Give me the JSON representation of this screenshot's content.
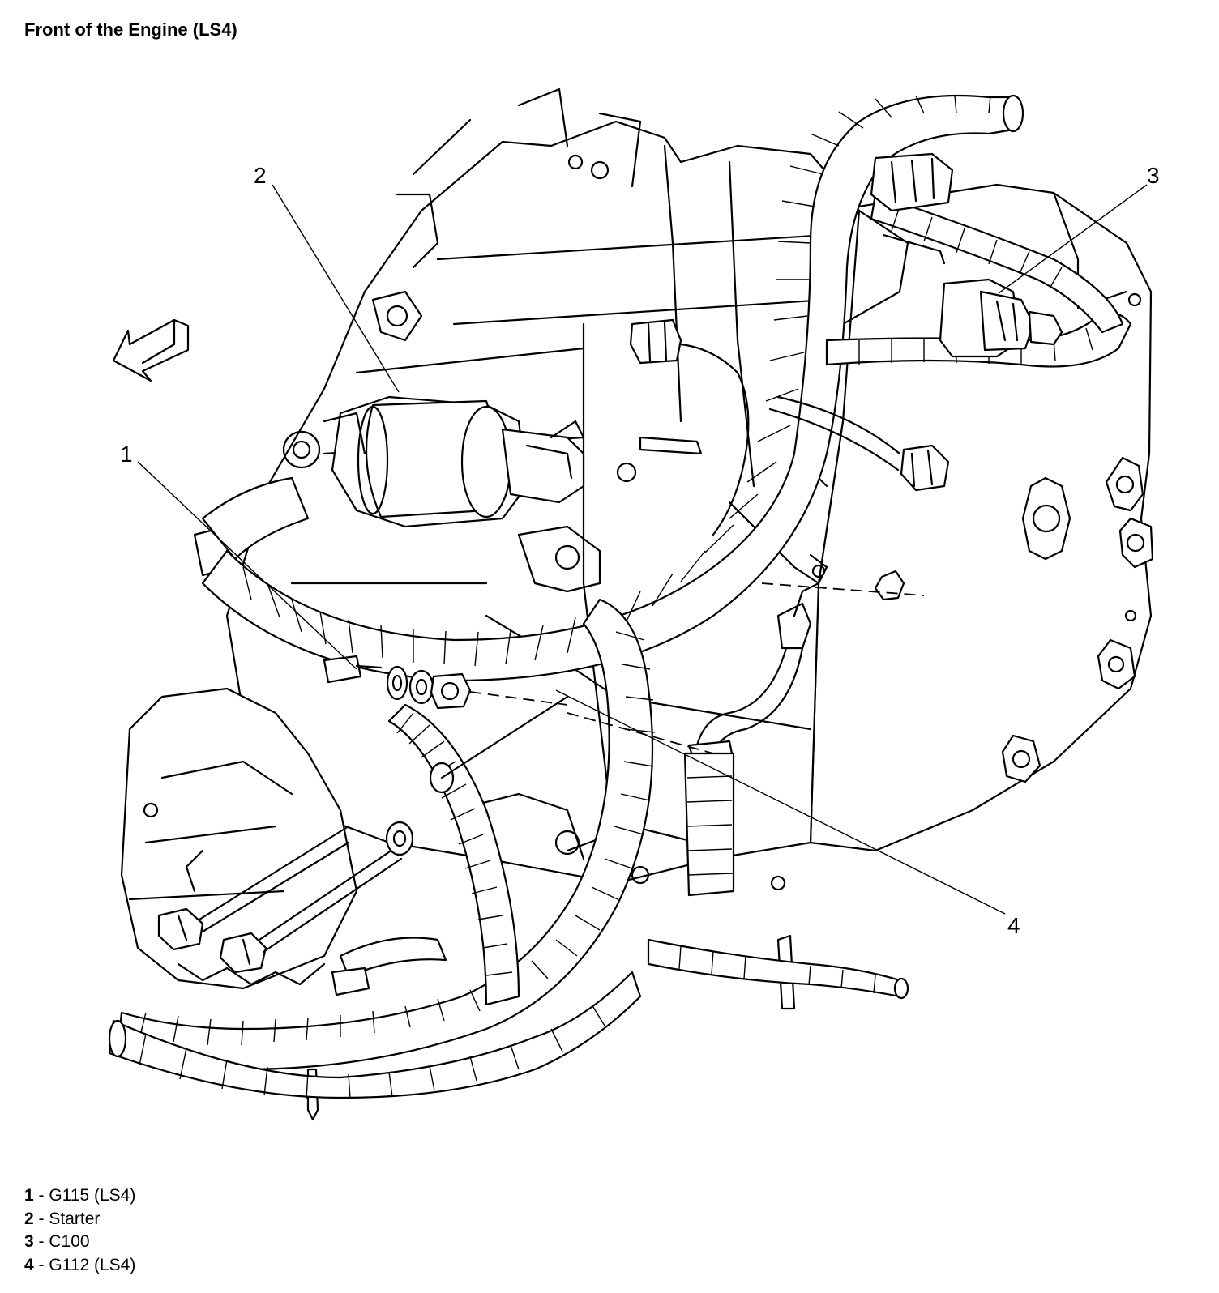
{
  "title": "Front of the Engine (LS4)",
  "callouts": [
    {
      "number": "1"
    },
    {
      "number": "2"
    },
    {
      "number": "3"
    },
    {
      "number": "4"
    }
  ],
  "legend": [
    {
      "number": "1",
      "separator": " - ",
      "label": "G115 (LS4)"
    },
    {
      "number": "2",
      "separator": " - ",
      "label": "Starter"
    },
    {
      "number": "3",
      "separator": " - ",
      "label": "C100"
    },
    {
      "number": "4",
      "separator": " - ",
      "label": "G112 (LS4)"
    }
  ]
}
